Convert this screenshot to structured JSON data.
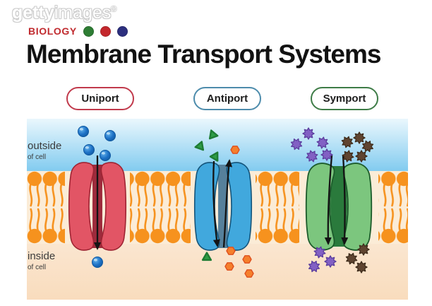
{
  "watermark": {
    "brand_bold": "getty",
    "brand_light": "images",
    "registered": "®"
  },
  "category": {
    "label": "BIOLOGY",
    "dot_colors": [
      "#2E7D34",
      "#C4282D",
      "#2C2F7E"
    ]
  },
  "title": "Membrane Transport Systems",
  "transport_types": [
    {
      "label": "Uniport",
      "border_color": "#C13A4C",
      "transporter_color": "#E25565"
    },
    {
      "label": "Antiport",
      "border_color": "#4D8CAC",
      "transporter_color": "#41A8DD"
    },
    {
      "label": "Symport",
      "border_color": "#3E7C47",
      "transporter_color": "#7CC67E"
    }
  ],
  "regions": {
    "outside": "outside",
    "outside_sub": "of cell",
    "inside": "inside",
    "inside_sub": "of cell"
  },
  "palette": {
    "sky_top": "#EAF7FD",
    "sky_bottom": "#7FCAEF",
    "membrane_band": "#FBECD7",
    "lipid_orange": "#F6921E",
    "cytoplasm_peach": "#FAE5CE",
    "molecule_blue": "#1B6FC4",
    "molecule_green": "#2E9C46",
    "molecule_orange": "#F57F2C",
    "molecule_purple": "#8260C4",
    "molecule_brown": "#5F4430"
  }
}
